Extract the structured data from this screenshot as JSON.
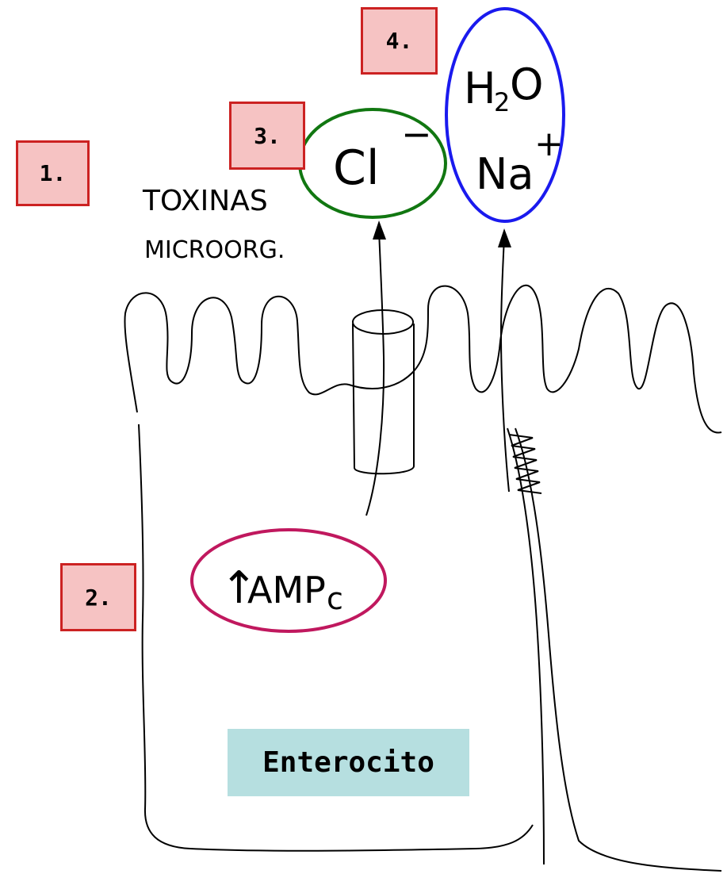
{
  "labels": {
    "box1": "1.",
    "box2": "2.",
    "box3": "3.",
    "box4": "4.",
    "enterocito": "Enterocito",
    "toxinas_line1": "TOXINAS",
    "toxinas_line2": "MICROORG.",
    "chloride": "Cl",
    "chloride_charge": "−",
    "water": "H",
    "water_sub": "2",
    "water_o": "O",
    "sodium": "Na",
    "sodium_charge": "+",
    "ampc_arrow": "↑",
    "ampc": "AMP",
    "ampc_sub": "c"
  },
  "colors": {
    "box_border": "#cc2222",
    "box_fill": "#f6c3c3",
    "chloride_ellipse": "#117711",
    "water_ellipse": "#1a1aee",
    "ampc_ellipse": "#c0185e",
    "enterocito_fill": "#b6dfe0"
  }
}
